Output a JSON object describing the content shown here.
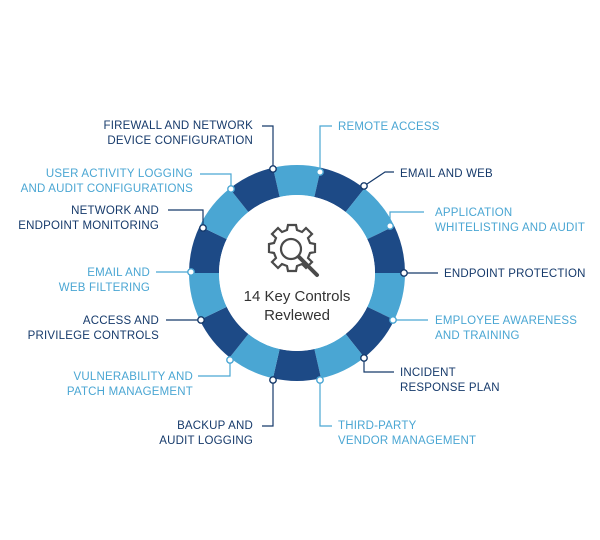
{
  "center": {
    "line1": "14 Key Controls",
    "line2": "Revlewed",
    "icon": "gear-magnifier-icon"
  },
  "colors": {
    "dark": "#1d4a86",
    "light": "#4aa6d3",
    "dark_text": "#163a6b",
    "light_text": "#4aa6d3"
  },
  "controls": [
    {
      "lines": [
        "REMOTE ACCESS"
      ],
      "tone": "light"
    },
    {
      "lines": [
        "EMAIL AND WEB"
      ],
      "tone": "dark"
    },
    {
      "lines": [
        "APPLICATION",
        "WHITELISTING AND AUDIT"
      ],
      "tone": "light"
    },
    {
      "lines": [
        "ENDPOINT PROTECTION"
      ],
      "tone": "dark"
    },
    {
      "lines": [
        "EMPLOYEE AWARENESS",
        "AND TRAINING"
      ],
      "tone": "light"
    },
    {
      "lines": [
        "INCIDENT",
        "RESPONSE PLAN"
      ],
      "tone": "dark"
    },
    {
      "lines": [
        "THIRD-PARTY",
        "VENDOR MANAGEMENT"
      ],
      "tone": "light"
    },
    {
      "lines": [
        "BACKUP AND",
        "AUDIT LOGGING"
      ],
      "tone": "dark"
    },
    {
      "lines": [
        "VULNERABILITY AND",
        "PATCH MANAGEMENT"
      ],
      "tone": "light"
    },
    {
      "lines": [
        "ACCESS AND",
        "PRIVILEGE CONTROLS"
      ],
      "tone": "dark"
    },
    {
      "lines": [
        "EMAIL AND",
        "WEB FILTERING"
      ],
      "tone": "light"
    },
    {
      "lines": [
        "NETWORK AND",
        "ENDPOINT MONITORING"
      ],
      "tone": "dark"
    },
    {
      "lines": [
        "USER ACTIVITY LOGGING",
        "AND AUDIT CONFIGURATIONS"
      ],
      "tone": "light"
    },
    {
      "lines": [
        "FIREWALL AND NETWORK",
        "DEVICE CONFIGURATION"
      ],
      "tone": "dark"
    }
  ]
}
